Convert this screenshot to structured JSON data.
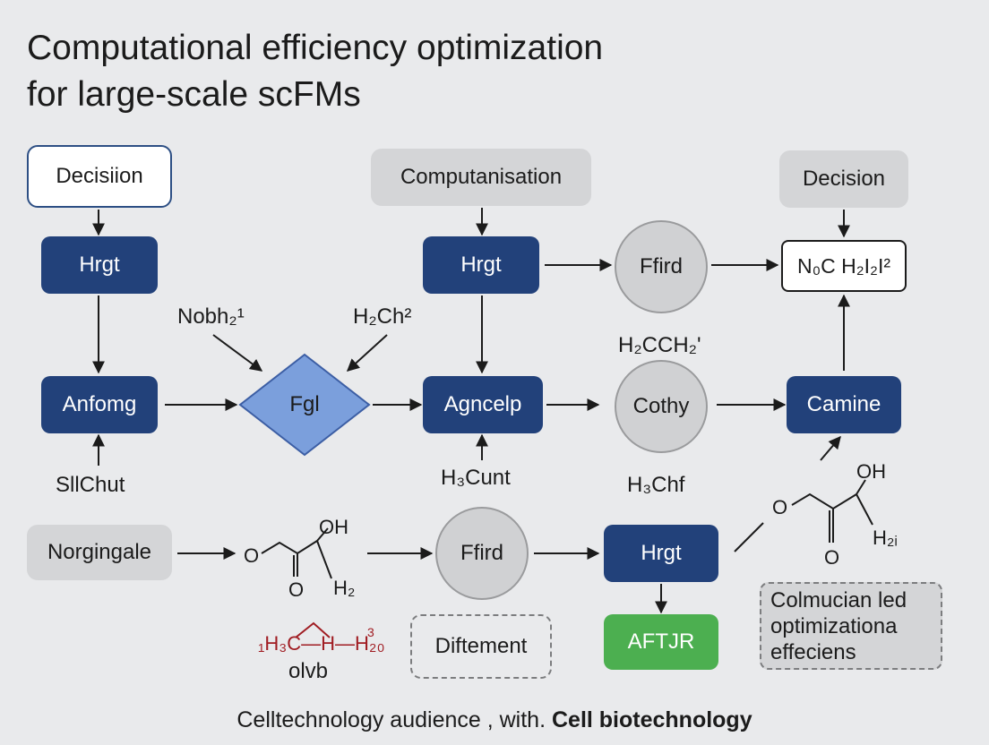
{
  "title_line1": "Computational efficiency optimization",
  "title_line2": "for large-scale scFMs",
  "nodes": {
    "decision_left": "Decisiion",
    "computanisation": "Computanisation",
    "decision_right": "Decision",
    "hrgt_left": "Hrgt",
    "hrgt_mid": "Hrgt",
    "ffird_top": "Ffird",
    "formula_box": "N₀C  H₂I₂I²",
    "anfomg": "Anfomg",
    "fgl": "Fgl",
    "agncelp": "Agncelp",
    "cothy": "Cothy",
    "camine": "Camine",
    "norgingale": "Norgingale",
    "ffird_bottom": "Ffird",
    "hrgt_bottom": "Hrgt",
    "aftjr": "AFTJR",
    "diftement": "Diftement",
    "colmucian_line1": "Colmucian led",
    "colmucian_line2": "optimizationa",
    "colmucian_line3": "effeciens"
  },
  "labels": {
    "nobh": "Nobh₂¹",
    "h2ch2": "H₂Ch²",
    "h2cch2": "H₂CCH₂'",
    "silchut": "SllChut",
    "h3cunt": "H₃Cunt",
    "h3chf": "H₃Chf",
    "oh_left": "OH",
    "o_left_ring": "O",
    "o_left_bottom": "O",
    "h2_left": "H₂",
    "chain_red": "₁H₃C—H—H₂₀",
    "chain_red_sup": "3",
    "olvb": "olvb",
    "oh_right": "OH",
    "o_right_ring": "O",
    "o_right_bottom": "O",
    "h2_right": "H₂ᵢ"
  },
  "footer": {
    "prefix": "Celltechnology audience , with. ",
    "bold": "Cell biotechnology"
  },
  "colors": {
    "background": "#e9eaec",
    "node_blue": "#22417a",
    "diamond_fill": "#7b9fdc",
    "node_green": "#4caf50",
    "node_gray": "#d4d5d7",
    "chem_red": "#a01c22"
  }
}
